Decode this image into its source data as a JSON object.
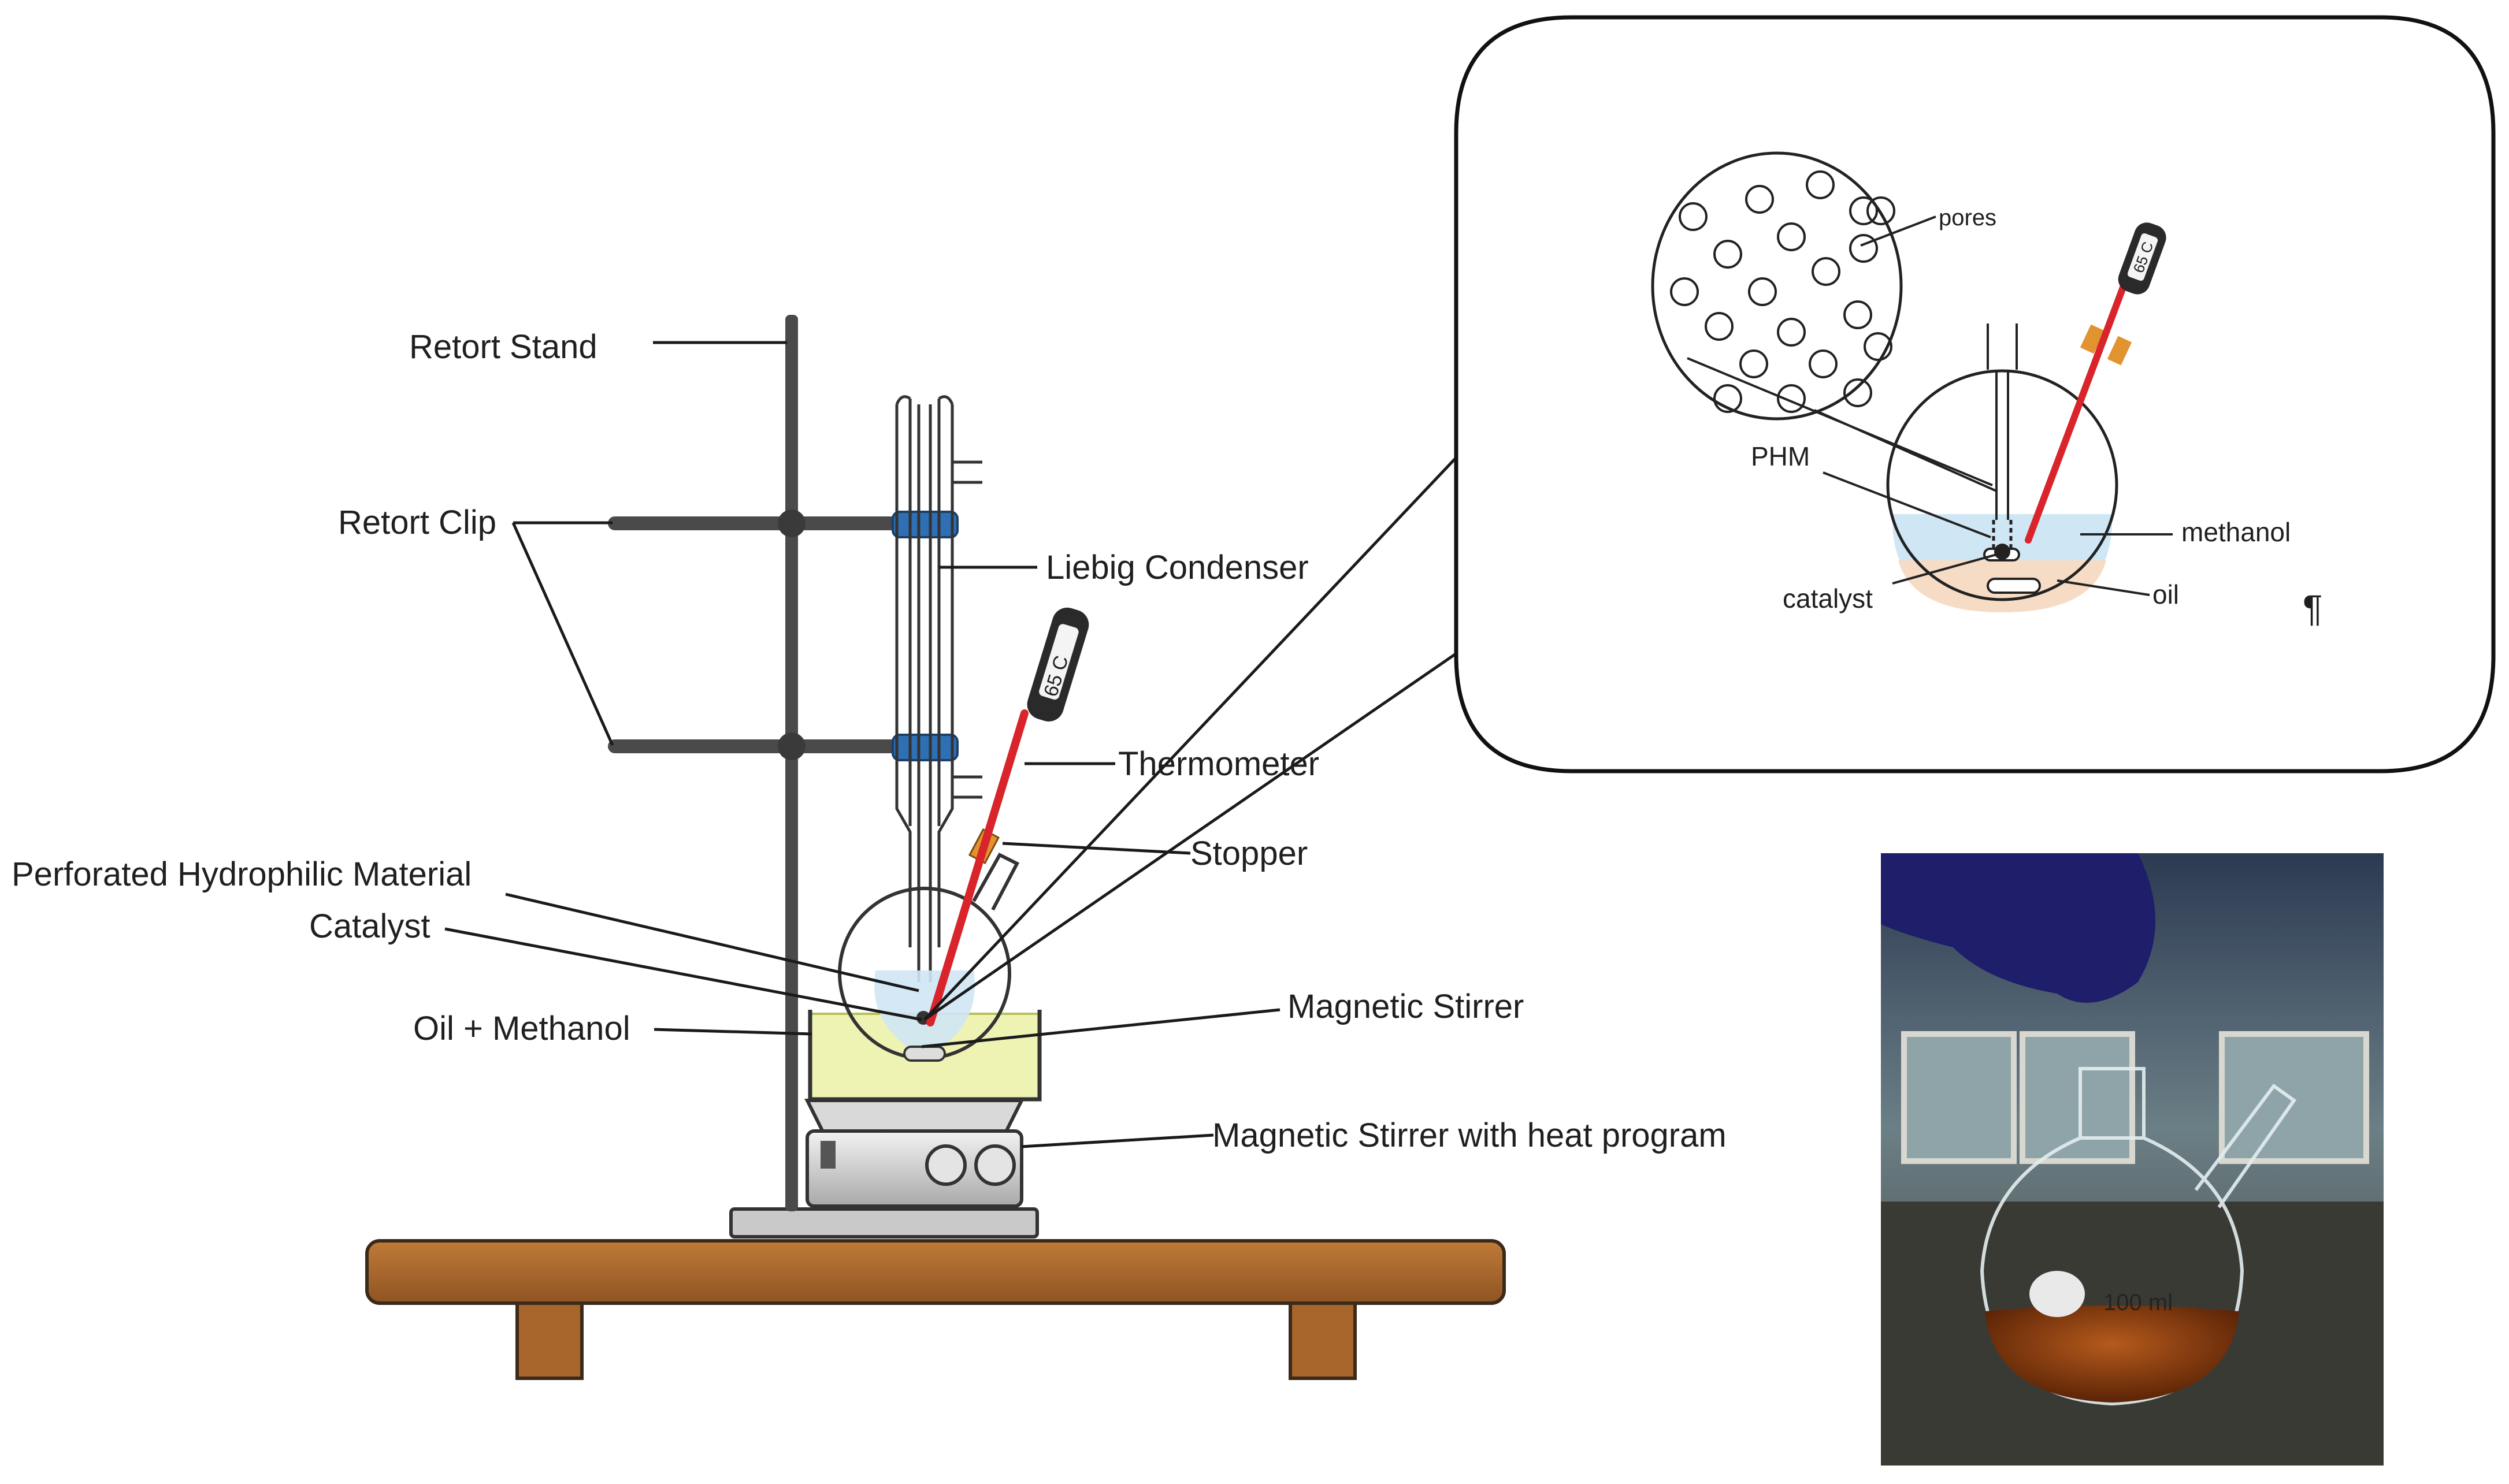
{
  "apparatus_labels": {
    "retort_stand": "Retort Stand",
    "retort_clip": "Retort Clip",
    "liebig_condenser": "Liebig Condenser",
    "thermometer": "Thermometer",
    "stopper": "Stopper",
    "perforated_material": "Perforated Hydrophilic Material",
    "catalyst": "Catalyst",
    "oil_methanol": "Oil + Methanol",
    "magnetic_stirrer": "Magnetic Stirrer",
    "stirrer_heat": "Magnetic Stirrer with heat program"
  },
  "thermometer_reading": "65 C",
  "inset_labels": {
    "pores": "pores",
    "phm": "PHM",
    "methanol": "methanol",
    "catalyst": "catalyst",
    "oil": "oil",
    "thermometer_reading": "65 C",
    "pilcrow": "¶"
  },
  "photo_flask_marking": "100 ml",
  "colors": {
    "stand": "#4a4a4a",
    "clip_band": "#2f6fb3",
    "thermometer": "#d8242a",
    "stopper": "#e0932f",
    "bench": "#a8652b",
    "liquid": "#eef3b4",
    "methanol": "#cfe6f5",
    "oil": "#f6dcc4"
  }
}
